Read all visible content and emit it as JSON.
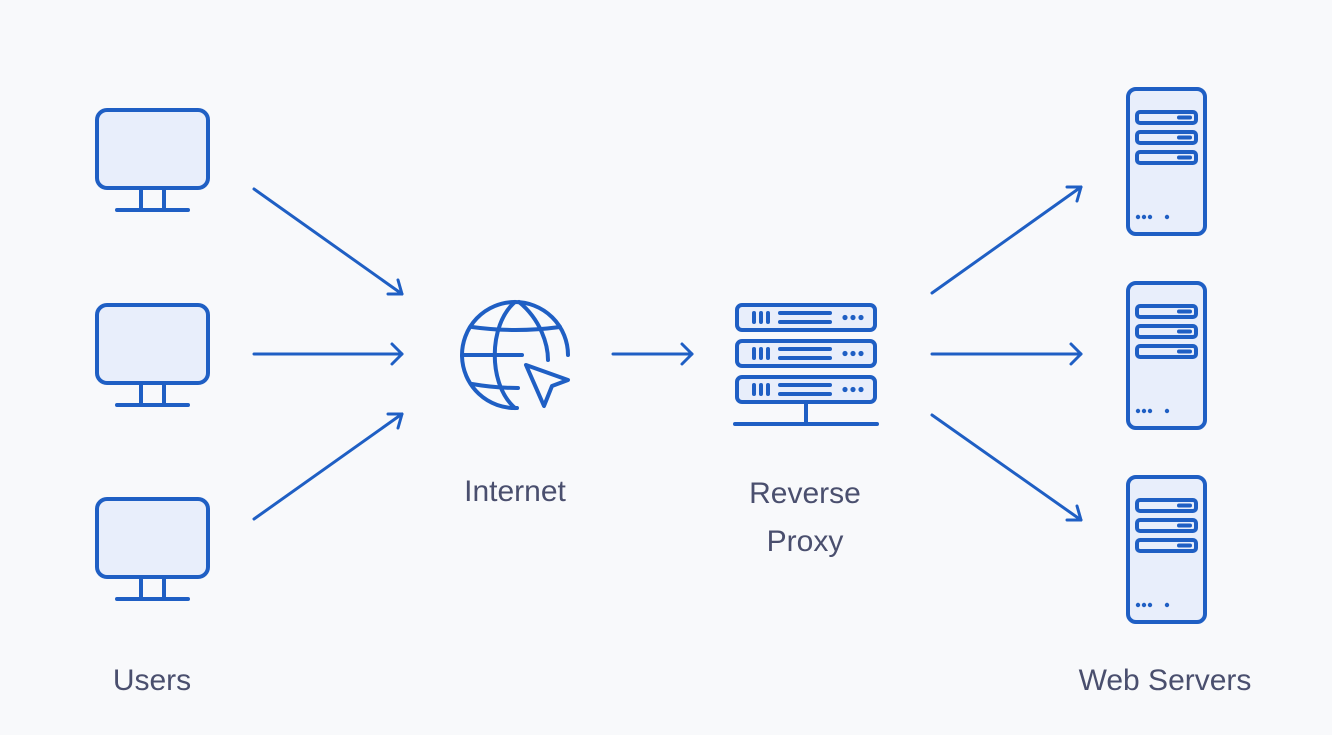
{
  "labels": {
    "users": "Users",
    "internet": "Internet",
    "reverse_proxy_line1": "Reverse",
    "reverse_proxy_line2": "Proxy",
    "web_servers": "Web Servers"
  },
  "icons": {
    "user": "monitor-icon",
    "internet": "globe-cursor-icon",
    "proxy": "server-rack-icon",
    "server": "server-tower-icon"
  },
  "colors": {
    "accent": "#1f5fc4",
    "icon_fill": "#e8eefb",
    "label_text": "#4a4f6e",
    "background": "#f8f9fb"
  }
}
